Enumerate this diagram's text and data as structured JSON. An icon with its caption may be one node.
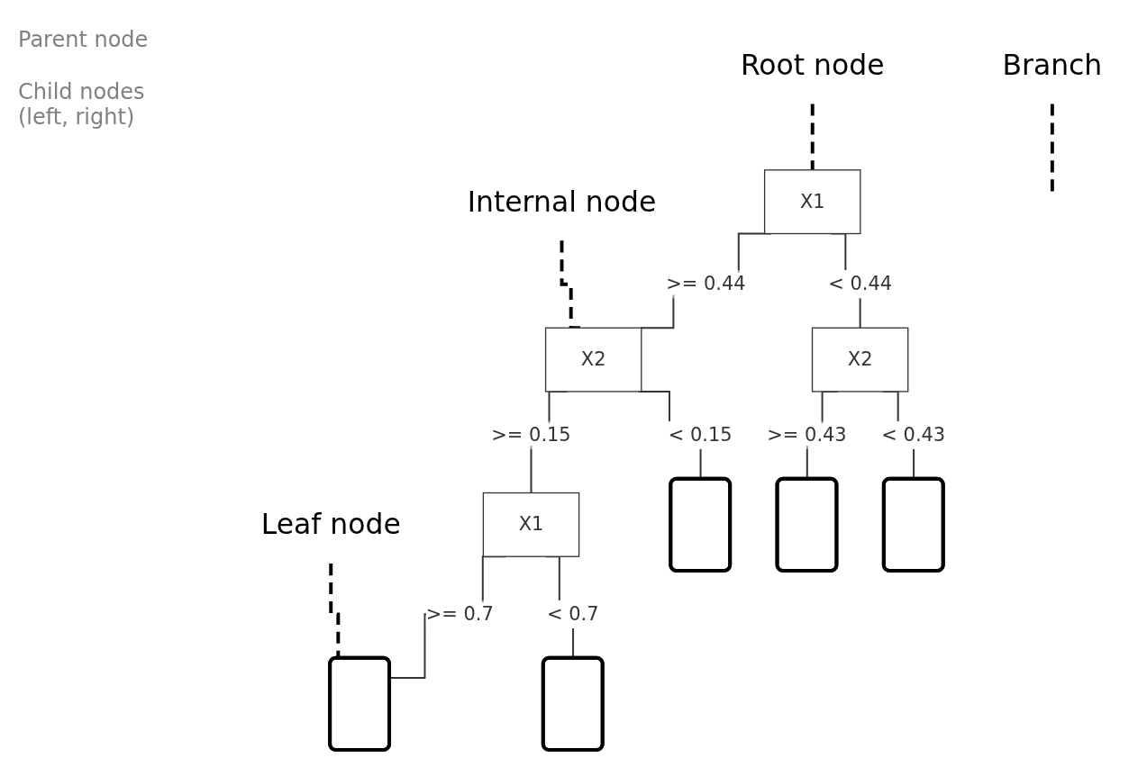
{
  "diagram": {
    "nodes": [
      {
        "text": [
          "Root node"
        ]
      },
      {
        "text": [
          "X1"
        ]
      },
      {
        "text": [
          "Internal node"
        ]
      },
      {
        "text": [
          "X2"
        ]
      },
      {
        "text": [
          "X2"
        ]
      },
      {
        "text": [
          "Branch"
        ]
      },
      {
        "text": [
          "X1"
        ]
      },
      {
        "text": [
          "Leaf node"
        ]
      },
      {
        "text": [],
        "shape": "box"
      },
      {
        "text": [],
        "shape": "box"
      },
      {
        "text": [],
        "shape": "box"
      },
      {
        "text": [],
        "shape": "box"
      },
      {
        "text": [],
        "shape": "box"
      }
    ],
    "edges": [
      {
        "from": 0,
        "to": 1,
        "arrow": "none",
        "style": "dashed"
      },
      {
        "from": 1,
        "to": 3,
        "arrow": "none",
        "label": ">= 0.44"
      },
      {
        "from": 1,
        "to": 4,
        "arrow": "none",
        "label": "< 0.44"
      },
      {
        "from": 2,
        "to": 3,
        "arrow": "none",
        "style": "dashed"
      },
      {
        "from": 3,
        "to": 6,
        "arrow": "none",
        "label": ">= 0.15"
      },
      {
        "from": 3,
        "to": 10,
        "arrow": "none",
        "label": "< 0.15"
      },
      {
        "from": 4,
        "to": 11,
        "arrow": "none",
        "label": ">= 0.43"
      },
      {
        "from": 4,
        "to": 12,
        "arrow": "none",
        "label": "< 0.43"
      },
      {
        "from": 5,
        "to": null,
        "arrow": "none",
        "style": "dashed"
      },
      {
        "from": 6,
        "to": 8,
        "arrow": "none",
        "label": ">= 0.7"
      },
      {
        "from": 6,
        "to": 9,
        "arrow": "none",
        "label": "< 0.7"
      },
      {
        "from": 7,
        "to": 8,
        "arrow": "none",
        "style": "dashed"
      }
    ],
    "labels": [
      "Parent node",
      "Child nodes (left, right)"
    ]
  }
}
